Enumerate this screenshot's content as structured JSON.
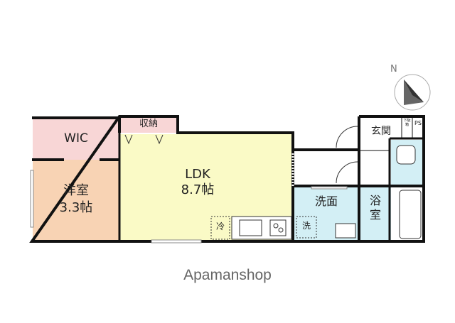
{
  "compass": {
    "north_label": "N"
  },
  "rooms": {
    "wic": "WIC",
    "storage": "収納",
    "ldk_name": "LDK",
    "ldk_size": "8.7帖",
    "western_name": "洋室",
    "western_size": "3.3帖",
    "fridge": "冷",
    "washroom": "洗面",
    "washer": "洗",
    "bath_line1": "浴",
    "bath_line2": "室",
    "entrance": "玄関",
    "shoe_box": "下駄箱",
    "ps": "PS"
  },
  "colors": {
    "wic": "#f8d6d6",
    "western": "#f8d3b4",
    "ldk": "#fafac6",
    "wet_area": "#d3eff5",
    "wall": "#111111"
  },
  "logo": "Apamanshop"
}
